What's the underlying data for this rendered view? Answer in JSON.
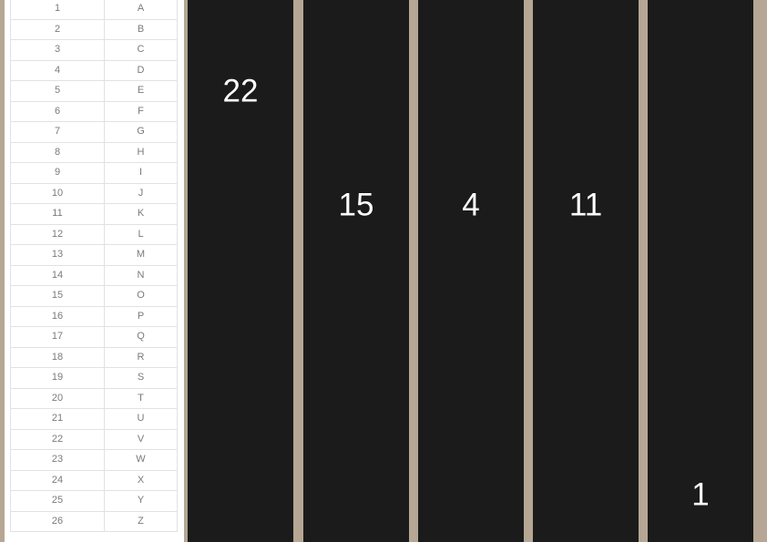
{
  "lookup": {
    "rows": [
      {
        "number": "1",
        "letter": "A"
      },
      {
        "number": "2",
        "letter": "B"
      },
      {
        "number": "3",
        "letter": "C"
      },
      {
        "number": "4",
        "letter": "D"
      },
      {
        "number": "5",
        "letter": "E"
      },
      {
        "number": "6",
        "letter": "F"
      },
      {
        "number": "7",
        "letter": "G"
      },
      {
        "number": "8",
        "letter": "H"
      },
      {
        "number": "9",
        "letter": "I"
      },
      {
        "number": "10",
        "letter": "J"
      },
      {
        "number": "11",
        "letter": "K"
      },
      {
        "number": "12",
        "letter": "L"
      },
      {
        "number": "13",
        "letter": "M"
      },
      {
        "number": "14",
        "letter": "N"
      },
      {
        "number": "15",
        "letter": "O"
      },
      {
        "number": "16",
        "letter": "P"
      },
      {
        "number": "17",
        "letter": "Q"
      },
      {
        "number": "18",
        "letter": "R"
      },
      {
        "number": "19",
        "letter": "S"
      },
      {
        "number": "20",
        "letter": "T"
      },
      {
        "number": "21",
        "letter": "U"
      },
      {
        "number": "22",
        "letter": "V"
      },
      {
        "number": "23",
        "letter": "W"
      },
      {
        "number": "24",
        "letter": "X"
      },
      {
        "number": "25",
        "letter": "Y"
      },
      {
        "number": "26",
        "letter": "Z"
      }
    ]
  },
  "columns": [
    {
      "value": "22"
    },
    {
      "value": "15"
    },
    {
      "value": "4"
    },
    {
      "value": "11"
    },
    {
      "value": "1"
    }
  ],
  "colors": {
    "background": "#b5a794",
    "column": "#1b1b1b",
    "number_text": "#ffffff",
    "table_text": "#7a7a7a"
  }
}
